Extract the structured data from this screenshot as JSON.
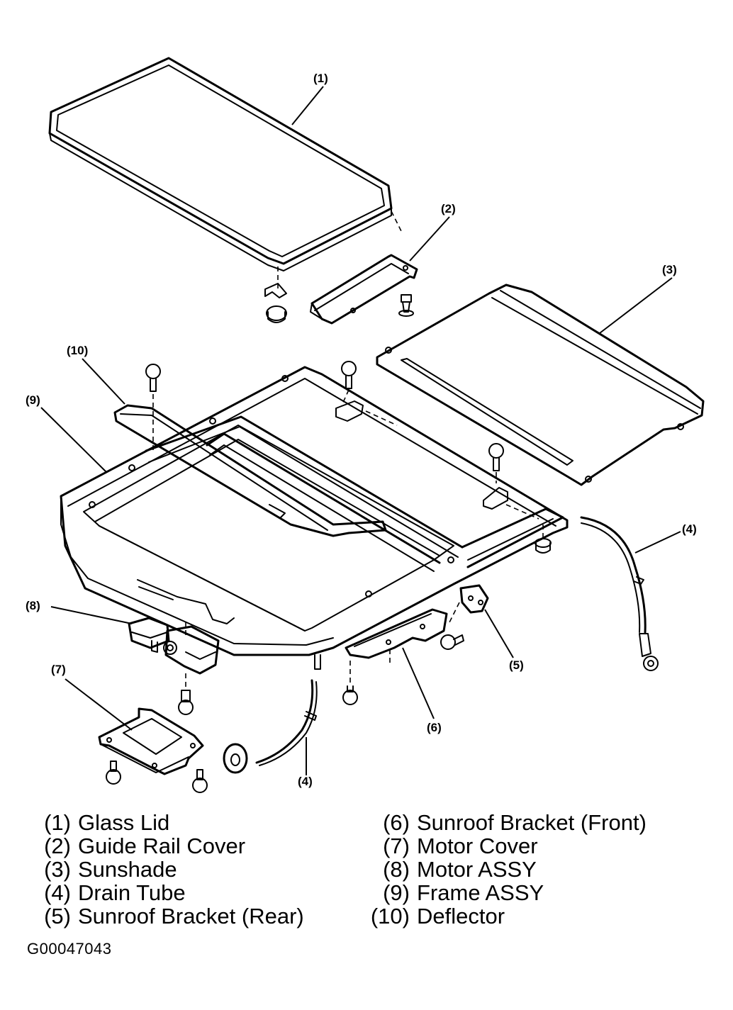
{
  "callouts": [
    "(1)",
    "(2)",
    "(3)",
    "(4)",
    "(5)",
    "(6)",
    "(7)",
    "(8)",
    "(9)",
    "(10)"
  ],
  "legend": [
    {
      "num": "(1)",
      "label": "Glass Lid"
    },
    {
      "num": "(2)",
      "label": "Guide Rail Cover"
    },
    {
      "num": "(3)",
      "label": "Sunshade"
    },
    {
      "num": "(4)",
      "label": "Drain Tube"
    },
    {
      "num": "(5)",
      "label": "Sunroof Bracket (Rear)"
    },
    {
      "num": "(6)",
      "label": "Sunroof Bracket (Front)"
    },
    {
      "num": "(7)",
      "label": "Motor Cover"
    },
    {
      "num": "(8)",
      "label": "Motor ASSY"
    },
    {
      "num": "(9)",
      "label": "Frame ASSY"
    },
    {
      "num": "(10)",
      "label": "Deflector"
    }
  ],
  "figure_id": "G00047043"
}
